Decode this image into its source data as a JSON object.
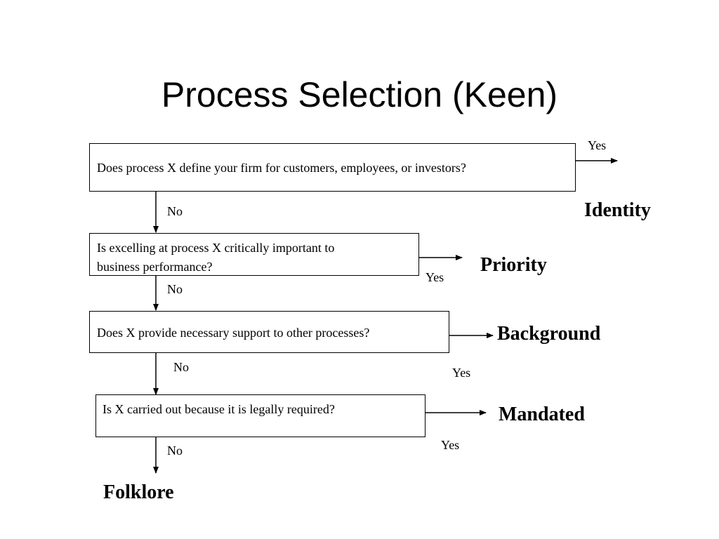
{
  "title": "Process Selection (Keen)",
  "questions": [
    {
      "line1": "Does process X define your firm for customers, employees, or investors?"
    },
    {
      "line1": "Is excelling at process X critically important to",
      "line2": "business performance?"
    },
    {
      "line1": "Does X provide necessary support to other processes?"
    },
    {
      "line1": "Is X carried out because it is legally required?"
    }
  ],
  "branch_labels": {
    "yes": "Yes",
    "no": "No"
  },
  "outcomes": {
    "identity": "Identity",
    "priority": "Priority",
    "background": "Background",
    "mandated": "Mandated",
    "folklore": "Folklore"
  },
  "colors": {
    "line": "#000000",
    "text": "#000000",
    "background": "#ffffff"
  }
}
